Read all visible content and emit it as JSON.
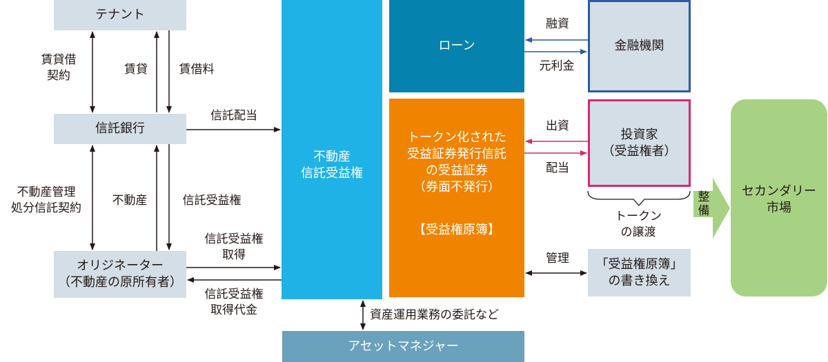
{
  "nodes": {
    "tenant": "テナント",
    "trust_bank": "信託銀行",
    "originator": "オリジネーター\n（不動産の原所有者）",
    "real_estate_trust": "不動産\n信託受益権",
    "loan": "ローン",
    "token_security": "トークン化された\n受益証券発行信託\nの受益証券\n（券面不発行）",
    "beneficiary_register": "【受益権原簿】",
    "financial_institution": "金融機関",
    "investor": "投資家\n（受益権者）",
    "register_rewrite": "「受益権原簿」\nの書き換え",
    "secondary_market": "セカンダリー\n市場",
    "asset_manager": "アセットマネジャー"
  },
  "edges": {
    "lease_contract": "賃貸借\n契約",
    "lease": "賃貸",
    "rent": "賃借料",
    "trust_dividend": "信託配当",
    "mgmt_disposal_contract": "不動産管理\n処分信託契約",
    "real_estate": "不動産",
    "trust_beneficiary_right": "信託受益権",
    "acquire_right": "信託受益権\n取得",
    "acquire_price": "信託受益権\n取得代金",
    "financing": "融資",
    "principal_interest": "元利金",
    "investment": "出資",
    "dividend": "配当",
    "token_transfer": "トークン\nの譲渡",
    "management": "管理",
    "develop": "整\n備",
    "delegation": "資産運用業務の委託など"
  },
  "colors": {
    "grey_box": "#d3dee6",
    "sky_blue": "#1fb2e6",
    "loan_blue": "#0582ad",
    "orange": "#f08300",
    "finance_border": "#2a5ba2",
    "investor_border": "#d6296f",
    "green": "#a8d283",
    "asset_mgr": "#6aa1bd"
  }
}
